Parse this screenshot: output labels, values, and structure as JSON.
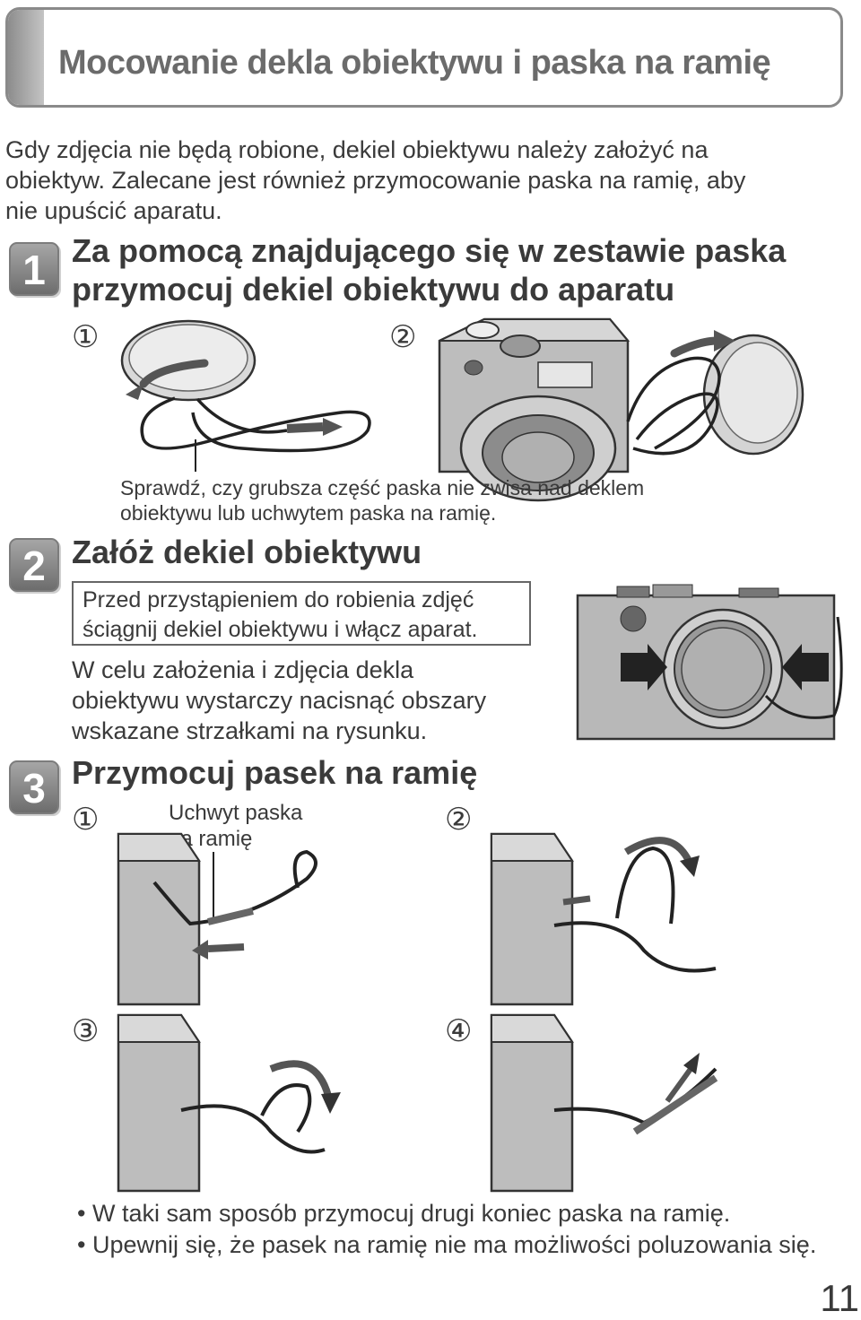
{
  "title": "Mocowanie dekla obiektywu i paska na ramię",
  "intro": {
    "lines": [
      "Gdy zdjęcia nie będą robione, dekiel obiektywu należy założyć na",
      "obiektyw. Zalecane jest również przymocowanie paska na ramię, aby",
      "nie upuścić aparatu."
    ]
  },
  "step1": {
    "number": "1",
    "heading_lines": [
      "Za pomocą znajdującego się w zestawie paska",
      "przymocuj dekiel obiektywu do aparatu"
    ],
    "sub1": "①",
    "sub2": "②",
    "note_lines": [
      "Sprawdź, czy grubsza część paska nie zwisa nad deklem",
      "obiektywu lub uchwytem paska na ramię."
    ]
  },
  "step2": {
    "number": "2",
    "heading": "Załóż dekiel obiektywu",
    "boxed_lines": [
      "Przed przystąpieniem do robienia zdjęć",
      "ściągnij dekiel obiektywu i włącz aparat."
    ],
    "body_lines": [
      "W celu założenia i zdjęcia dekla",
      "obiektywu wystarczy nacisnąć obszary",
      "wskazane strzałkami na rysunku."
    ]
  },
  "step3": {
    "number": "3",
    "heading": "Przymocuj pasek na ramię",
    "sub1": "①",
    "sub2": "②",
    "sub3": "③",
    "sub4": "④",
    "label_lines": [
      "Uchwyt paska",
      "na ramię"
    ]
  },
  "bullets": [
    "• W taki sam sposób przymocuj drugi koniec paska na ramię.",
    "• Upewnij się, że pasek na ramię nie ma możliwości poluzowania się."
  ],
  "page_number": "11",
  "colors": {
    "title_text": "#6b6b6b",
    "badge": "#8a8a8a",
    "text": "#3a3a3a"
  }
}
